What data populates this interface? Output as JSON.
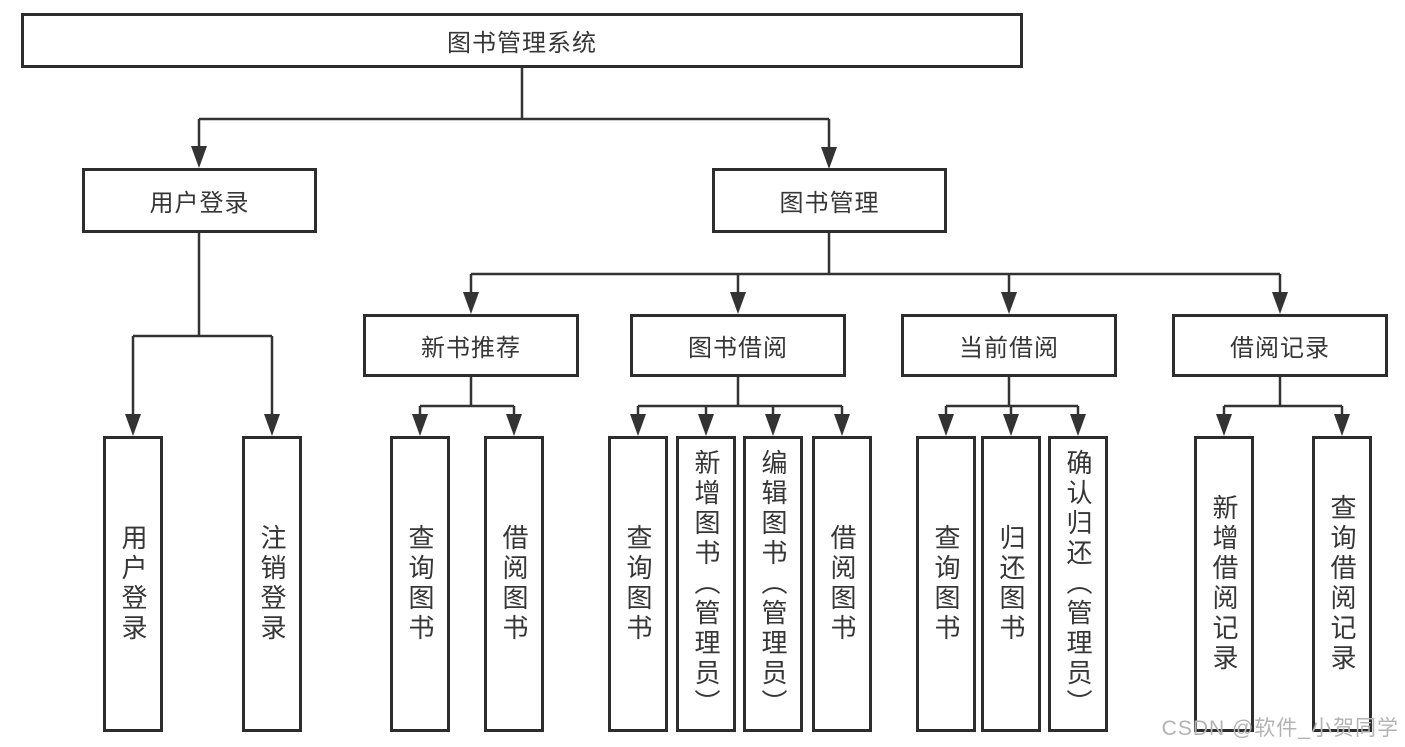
{
  "diagram": {
    "type": "functional-structure-tree",
    "title": "图书管理系统"
  },
  "hierarchy": {
    "label": "图书管理系统",
    "children": [
      {
        "label": "用户登录",
        "children": [
          {
            "label": "用户登录"
          },
          {
            "label": "注销登录"
          }
        ]
      },
      {
        "label": "图书管理",
        "children": [
          {
            "label": "新书推荐",
            "children": [
              {
                "label": "查询图书"
              },
              {
                "label": "借阅图书"
              }
            ]
          },
          {
            "label": "图书借阅",
            "children": [
              {
                "label": "查询图书"
              },
              {
                "label": "新增图书（管理员）"
              },
              {
                "label": "编辑图书（管理员）"
              },
              {
                "label": "借阅图书"
              }
            ]
          },
          {
            "label": "当前借阅",
            "children": [
              {
                "label": "查询图书"
              },
              {
                "label": "归还图书"
              },
              {
                "label": "确认归还（管理员）"
              }
            ]
          },
          {
            "label": "借阅记录",
            "children": [
              {
                "label": "新增借阅记录"
              },
              {
                "label": "查询借阅记录"
              }
            ]
          }
        ]
      }
    ]
  },
  "watermark": "CSDN @软件_小贺同学",
  "colors": {
    "background": "#ffffff",
    "box_border": "#2d2d2d",
    "connector_line": "#333333",
    "text": "#363636",
    "watermark": "#b3b3b3"
  }
}
